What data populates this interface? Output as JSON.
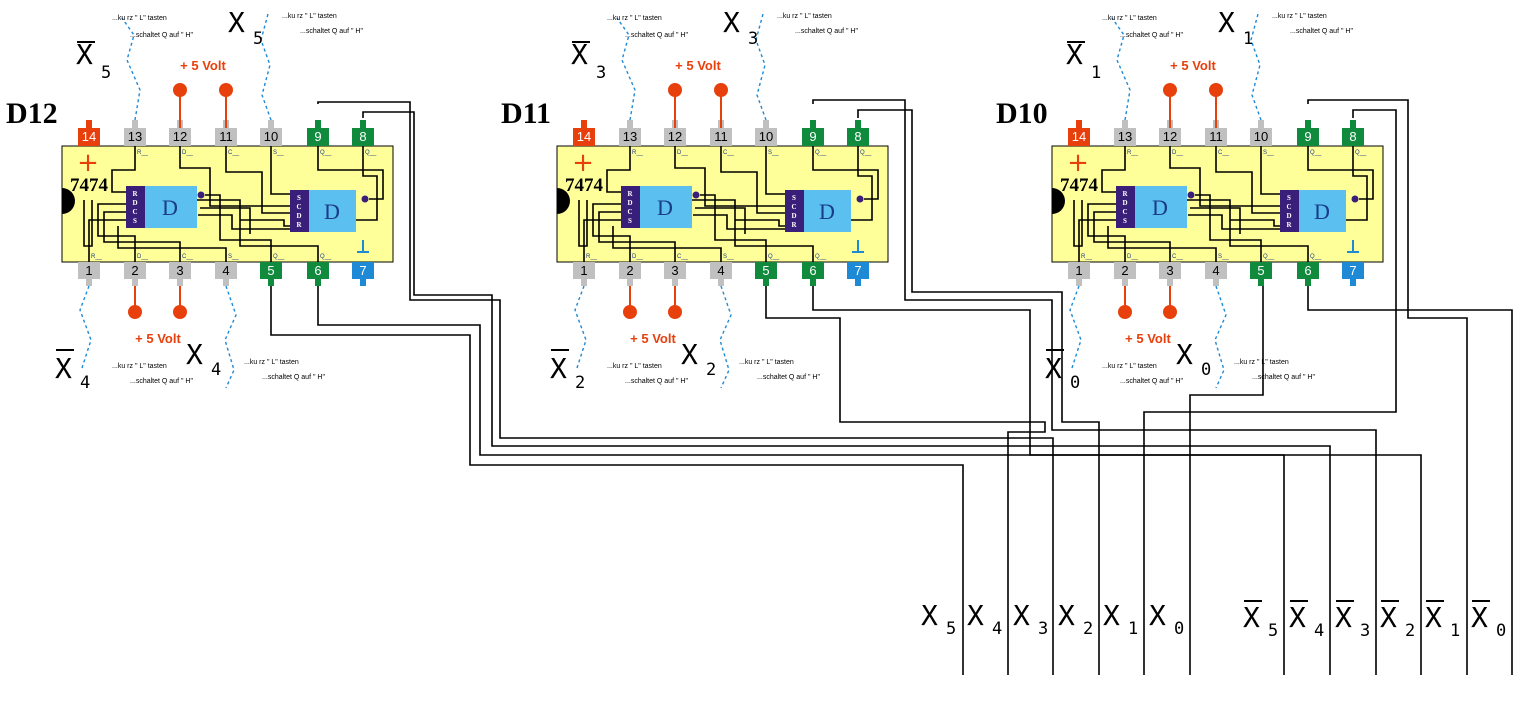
{
  "chips": [
    {
      "name": "D12",
      "type": "7474",
      "top_label": "X5",
      "top_label_sub": "5",
      "top_bar_label": "X",
      "top_bar_sub": "5",
      "bot_label": "X",
      "bot_label_sub": "4",
      "bot_bar_label": "X",
      "bot_bar_sub": "4",
      "volt_top": "+ 5 Volt",
      "volt_bot": "+ 5 Volt"
    },
    {
      "name": "D11",
      "type": "7474",
      "top_label": "X3",
      "top_label_sub": "3",
      "top_bar_label": "X",
      "top_bar_sub": "3",
      "bot_label": "X",
      "bot_label_sub": "2",
      "bot_bar_label": "X",
      "bot_bar_sub": "2",
      "volt_top": "+ 5 Volt",
      "volt_bot": "+ 5 Volt"
    },
    {
      "name": "D10",
      "type": "7474",
      "top_label": "X1",
      "top_label_sub": "1",
      "top_bar_label": "X",
      "top_bar_sub": "1",
      "bot_label": "X",
      "bot_label_sub": "0",
      "bot_bar_label": "X",
      "bot_bar_sub": "0",
      "volt_top": "+ 5 Volt",
      "volt_bot": "+ 5 Volt"
    }
  ],
  "pins_top": [
    "14",
    "13",
    "12",
    "11",
    "10",
    "9",
    "8"
  ],
  "pins_bottom": [
    "1",
    "2",
    "3",
    "4",
    "5",
    "6",
    "7"
  ],
  "annotation_line1": "...ku rz \" L\" tasten",
  "annotation_line2": "...schaltet Q auf \" H\"",
  "ff_letter": "D",
  "ff1_side_letters": [
    "R",
    "D",
    "C",
    "S"
  ],
  "ff2_side_letters": [
    "S",
    "C",
    "D",
    "R"
  ],
  "pin_small_labels_top": [
    "R",
    "D",
    "C",
    "S",
    "Q",
    "Q"
  ],
  "pin_small_labels_bottom": [
    "R",
    "D",
    "C",
    "S",
    "Q",
    "Q"
  ],
  "output_bus": {
    "label": "X",
    "left_subs": [
      "5",
      "4",
      "3",
      "2",
      "1",
      "0"
    ],
    "right_subs": [
      "5",
      "4",
      "3",
      "2",
      "1",
      "0"
    ]
  },
  "colors": {
    "chip_body": "#ffff99",
    "vcc_pin": "#e8400c",
    "gnd_pin": "#1e8ad6",
    "output_pin": "#108a3c",
    "input_pin": "#c0c0c0",
    "ff_block": "#5bbfef",
    "ff_side": "#3a1f7a",
    "hint_wire": "#1e8ad6"
  }
}
